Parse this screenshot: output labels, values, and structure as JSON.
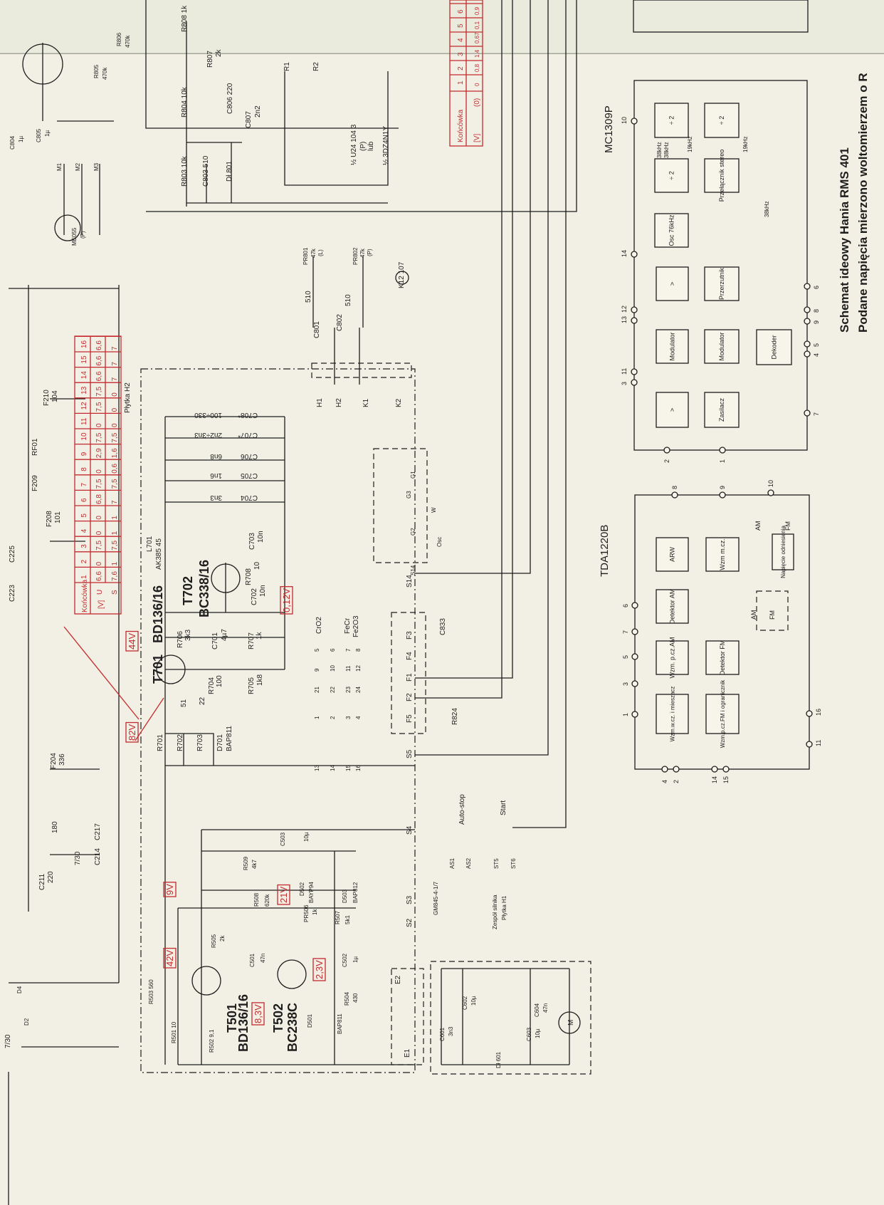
{
  "title": {
    "line1": "Schemat ideowy Hania RMS 401",
    "line2": "Podane napięcia mierzono woltomierzem o R"
  },
  "table_top": {
    "header": "Końcówka",
    "unit": "[V]",
    "unit_note": "(0)",
    "pins": [
      "1",
      "2",
      "3",
      "4",
      "5",
      "6"
    ],
    "values": [
      "0",
      "0,8",
      "1,4",
      "0,67",
      "0,1",
      "0,9"
    ]
  },
  "table_main": {
    "header": "Końcówka",
    "unit": "[V]",
    "row_labels": [
      "U",
      "S"
    ],
    "pins": [
      "1",
      "2",
      "3",
      "4",
      "5",
      "6",
      "7",
      "8",
      "9",
      "10",
      "11",
      "12",
      "13",
      "14",
      "15",
      "16"
    ],
    "U": [
      "6,6",
      "0",
      "7,5",
      "0",
      "0",
      "6,8",
      "7,5",
      "0",
      "2,9",
      "7,5",
      "0",
      "7,5",
      "7,5",
      "6,6",
      "6,6",
      "6,6"
    ],
    "S": [
      "7,6",
      "1",
      "7,5",
      "1",
      "1",
      "7",
      "7,5",
      "0,6",
      "1,6",
      "7,5",
      "0",
      "0",
      "0",
      "7",
      "7",
      "7"
    ]
  },
  "mc1309p": {
    "name": "MC1309P",
    "blocks": [
      "÷ 2",
      "÷ 2",
      "÷ 2",
      "Przełącznik stereo",
      "Osc 76kHz",
      ">",
      "Przerzutnik",
      "Modulator",
      "Modulator",
      "Dekoder",
      ">",
      "Zasilacz"
    ],
    "freq": [
      "38kHz",
      "38kHz",
      "19kHz",
      "19kHz",
      "38kHz"
    ],
    "pins": [
      "10",
      "14",
      "12",
      "13",
      "11",
      "3",
      "2",
      "1",
      "6",
      "8",
      "9",
      "5",
      "4",
      "7"
    ]
  },
  "tda1220b": {
    "name": "TDA1220B",
    "blocks": [
      "ARW",
      "Wzm m.cz.",
      "Detektor AM",
      "Wzm. p.cz.AM",
      "Detektor FM",
      "Wzm.w.cz. i mieszacz",
      "Wzm.p.cz.FM i ogranicznik",
      "Napięcie odniesienia"
    ],
    "mode_labels": [
      "AM",
      "FM",
      "AM",
      "FM"
    ],
    "pins": [
      "8",
      "9",
      "10",
      "6",
      "7",
      "5",
      "3",
      "1",
      "4",
      "2",
      "14",
      "15",
      "16",
      "11"
    ]
  },
  "switch_numbers": [
    "1",
    "21",
    "9",
    "5",
    "2",
    "22",
    "10",
    "6",
    "3",
    "23",
    "11",
    "7",
    "4",
    "24",
    "12",
    "8",
    "13",
    "14",
    "15",
    "16"
  ],
  "c": [
    "R808 1k",
    "R807",
    "2k",
    "R804 10k",
    "C806 220",
    "C807",
    "2n2",
    "R803 10k",
    "C803 510",
    "Dł 801",
    "R1",
    "R2",
    "½ U24 104 3",
    "(P)",
    "lub",
    "½ 3DZ4N1Y",
    "PR801",
    "47k",
    "(L)",
    "PR802",
    "47k",
    "(P)",
    "510",
    "C801",
    "C802",
    "510",
    "K12 107",
    "H1",
    "H2",
    "K1",
    "K2",
    "Płytka H2",
    "C708*",
    "100÷330",
    "C707*",
    "2n2÷3n3",
    "C706",
    "6n8",
    "C705",
    "1n6",
    "C704",
    "3n3",
    "L701",
    "AK385 45",
    "T702",
    "BC338/16",
    "R708",
    "10",
    "C703",
    "10n",
    "C702",
    "10n",
    "0,12V",
    "T701",
    "BD136/16",
    "44V",
    "82V",
    "R706",
    "3k3",
    "C701",
    "4µ7",
    "R707",
    "1k",
    "R704",
    "100",
    "R705",
    "1k8",
    "R701",
    "R702",
    "51",
    "R703",
    "22",
    "D701",
    "BAP811",
    "CrO2",
    "FeCr",
    "Fe2O3",
    "S14",
    "F3",
    "F4",
    "F1",
    "F2",
    "F5",
    "S5",
    "C833",
    "R824",
    "S4",
    "Auto-stop",
    "Start",
    "AS1",
    "AS2",
    "ST5",
    "ST6",
    "S3",
    "S2",
    "E2",
    "E1",
    "GM845-4-1/7",
    "Zespół silnika",
    "Płytka H1",
    "9V",
    "21V",
    "42V",
    "2,3V",
    "8,3V",
    "T501",
    "BD136/16",
    "T502",
    "BC238C",
    "R509",
    "4k7",
    "C503",
    "10µ",
    "R508",
    "620k",
    "D502",
    "BAYP94",
    "D503",
    "BAP812",
    "R505",
    "2k",
    "PR506",
    "1k",
    "R507",
    "5k1",
    "C501",
    "47n",
    "C502",
    "1µ",
    "R504",
    "430",
    "D501",
    "BAP811",
    "R503 560",
    "R501 10",
    "R502 9,1",
    "C601",
    "3n3",
    "C602",
    "10µ",
    "Dł 601",
    "C603",
    "10µ",
    "C604",
    "47n",
    "M",
    "ME055",
    "(P)",
    "M1",
    "M2",
    "M3",
    "C804",
    "1µ",
    "C805",
    "1µ",
    "R805",
    "470k",
    "R806",
    "470k",
    "F210",
    "104",
    "F209",
    "RF01",
    "F208",
    "101",
    "C225",
    "C223",
    "F204",
    "336",
    "C217",
    "C214",
    "C211",
    "220",
    "180",
    "7/30",
    "7/30",
    "D4",
    "D2",
    "G1",
    "G2",
    "G3",
    "S14",
    "Osc",
    "W"
  ],
  "colors": {
    "ink": "#1d1d1d",
    "red": "#c42a2f",
    "paper": "#f2f0e4"
  }
}
